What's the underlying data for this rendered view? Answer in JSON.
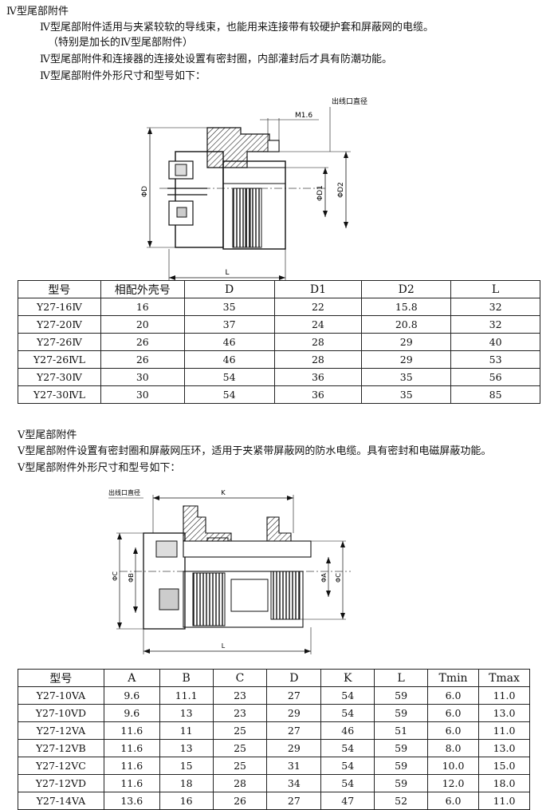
{
  "section4": {
    "title": "Ⅳ型尾部附件",
    "lines": [
      "Ⅳ型尾部附件适用与夹紧较软的导线束，也能用来连接带有较硬护套和屏蔽网的电缆。",
      "（特别是加长的Ⅳ型尾部附件）",
      "Ⅳ型尾部附件和连接器的连接处设置有密封圈，内部灌封后才具有防潮功能。",
      "Ⅳ型尾部附件外形尺寸和型号如下："
    ],
    "diagram_labels": {
      "outlet": "出线口直径",
      "thread": "M1.6",
      "D": "ΦD",
      "D1": "ΦD1",
      "D2": "ΦD2",
      "L": "L"
    },
    "table": {
      "headers": [
        "型号",
        "相配外壳号",
        "D",
        "D1",
        "D2",
        "L"
      ],
      "rows": [
        [
          "Y27-16Ⅳ",
          "16",
          "35",
          "22",
          "15.8",
          "32"
        ],
        [
          "Y27-20Ⅳ",
          "20",
          "37",
          "24",
          "20.8",
          "32"
        ],
        [
          "Y27-26Ⅳ",
          "26",
          "46",
          "28",
          "29",
          "40"
        ],
        [
          "Y27-26ⅣL",
          "26",
          "46",
          "28",
          "29",
          "53"
        ],
        [
          "Y27-30Ⅳ",
          "30",
          "54",
          "36",
          "35",
          "56"
        ],
        [
          "Y27-30ⅣL",
          "30",
          "54",
          "36",
          "35",
          "85"
        ]
      ]
    }
  },
  "section5": {
    "title": "Ⅴ型尾部附件",
    "lines": [
      "Ⅴ型尾部附件设置有密封圈和屏蔽网压环，适用于夹紧带屏蔽网的防水电缆。具有密封和电磁屏蔽功能。",
      "Ⅴ型尾部附件外形尺寸和型号如下："
    ],
    "diagram_labels": {
      "outlet": "出线口直径",
      "K": "K",
      "C_left": "ΦC",
      "B": "ΦB",
      "A": "ΦA",
      "C_right": "ΦC",
      "L": "L"
    },
    "table": {
      "headers": [
        "型号",
        "A",
        "B",
        "C",
        "D",
        "K",
        "L",
        "Tmin",
        "Tmax"
      ],
      "rows": [
        [
          "Y27-10VA",
          "9.6",
          "11.1",
          "23",
          "27",
          "54",
          "59",
          "6.0",
          "11.0"
        ],
        [
          "Y27-10VD",
          "9.6",
          "13",
          "23",
          "29",
          "54",
          "59",
          "6.0",
          "13.0"
        ],
        [
          "Y27-12VA",
          "11.6",
          "11",
          "25",
          "27",
          "46",
          "51",
          "6.0",
          "11.0"
        ],
        [
          "Y27-12VB",
          "11.6",
          "13",
          "25",
          "29",
          "54",
          "59",
          "8.0",
          "13.0"
        ],
        [
          "Y27-12VC",
          "11.6",
          "15",
          "25",
          "31",
          "54",
          "59",
          "10.0",
          "15.0"
        ],
        [
          "Y27-12VD",
          "11.6",
          "18",
          "28",
          "34",
          "54",
          "59",
          "12.0",
          "18.0"
        ],
        [
          "Y27-14VA",
          "13.6",
          "16",
          "26",
          "27",
          "47",
          "52",
          "6.0",
          "11.0"
        ]
      ]
    }
  }
}
